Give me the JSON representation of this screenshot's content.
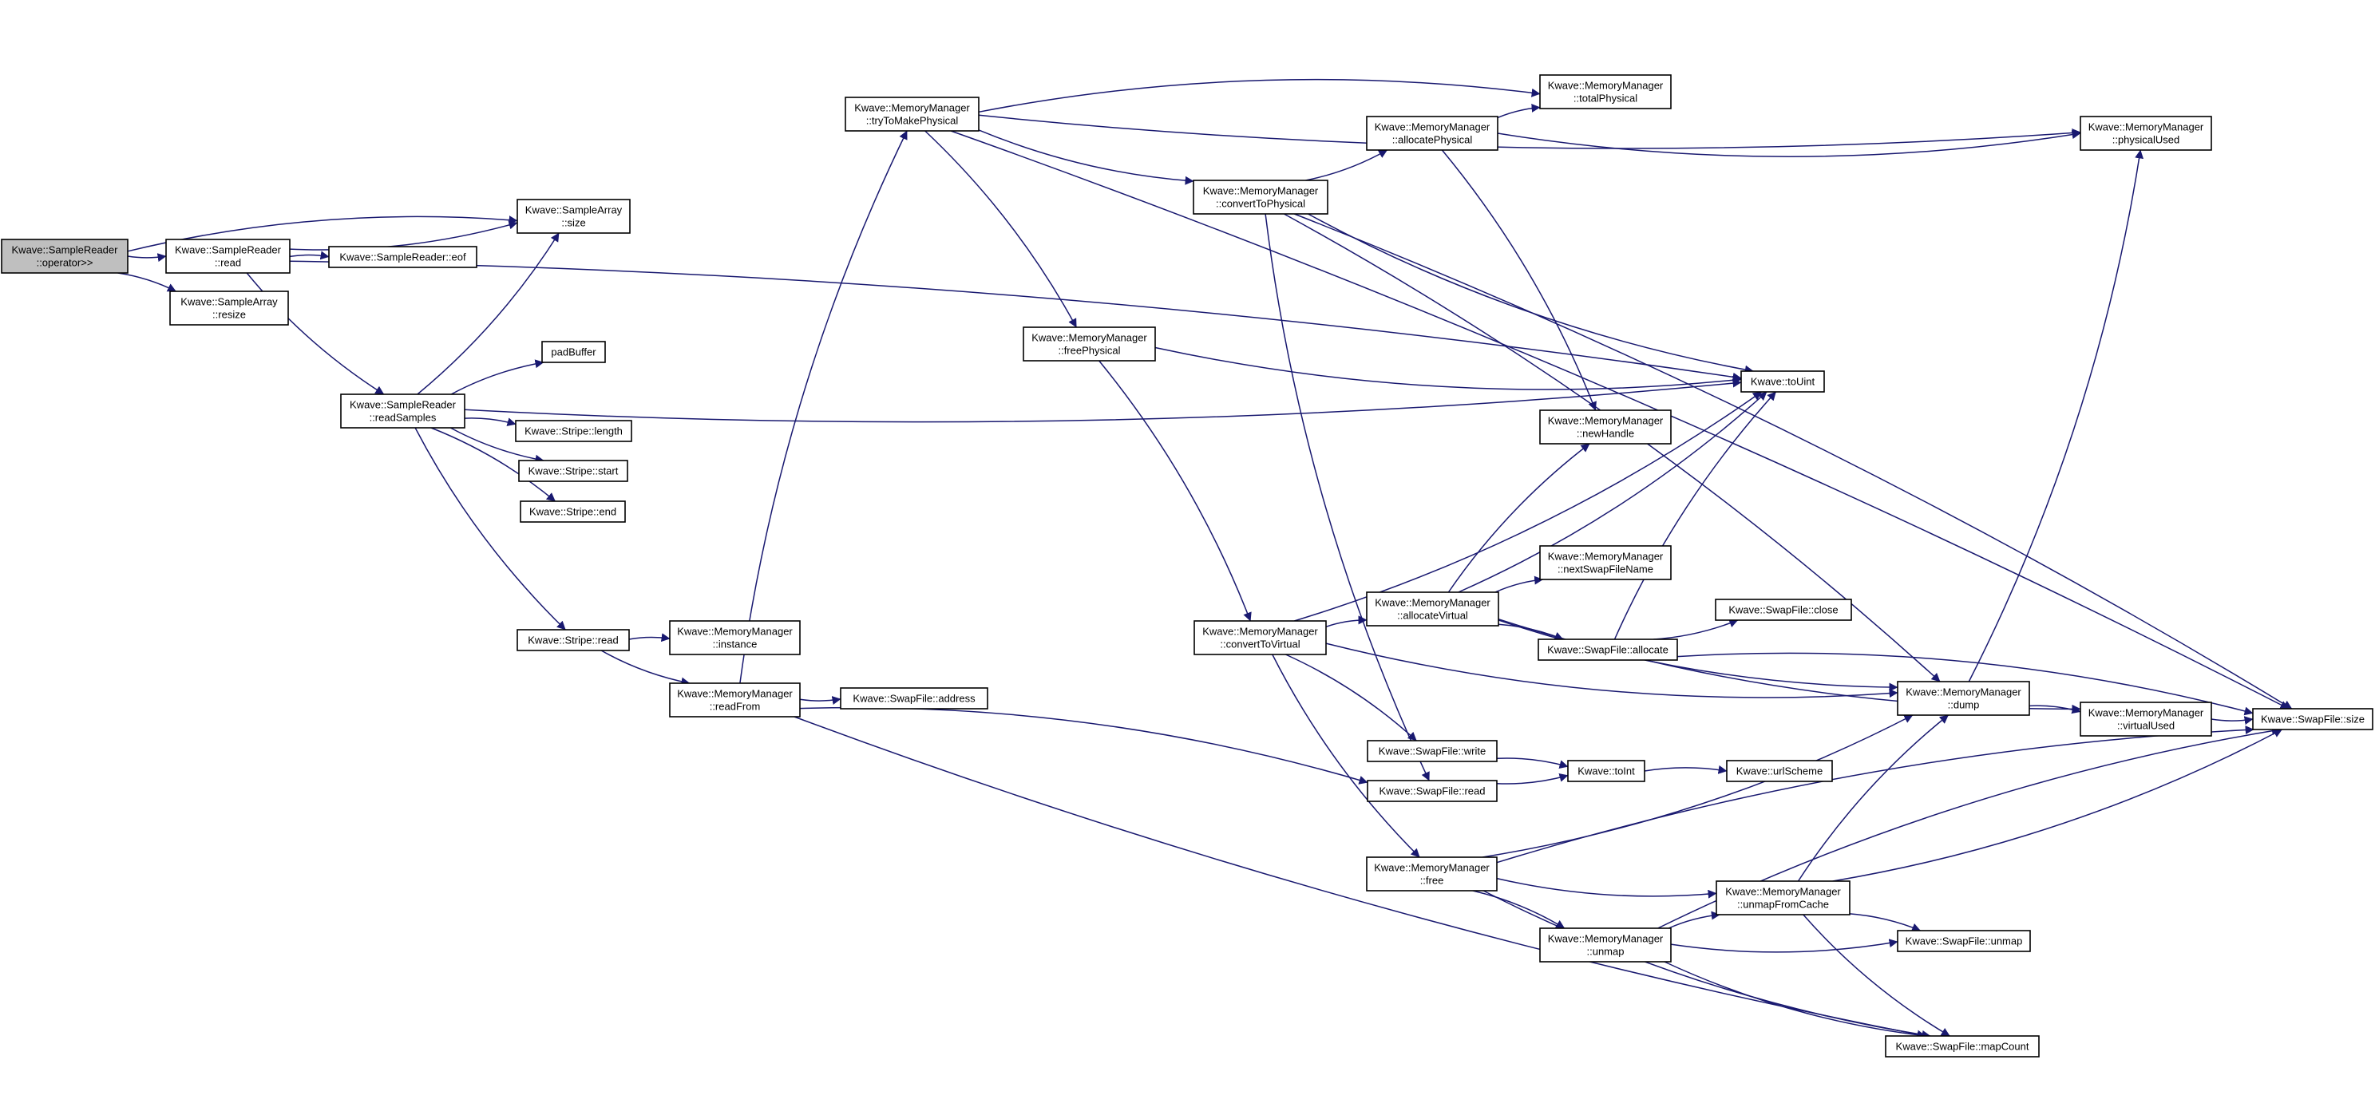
{
  "graph": {
    "colors": {
      "edge": "#191970",
      "node_fill": "#ffffff",
      "root_fill": "#bfbfbf",
      "node_border": "#000000"
    },
    "nodes": [
      {
        "id": "op",
        "label": [
          "Kwave::SampleReader",
          "::operator>>"
        ],
        "root": true
      },
      {
        "id": "read",
        "label": [
          "Kwave::SampleReader",
          "::read"
        ]
      },
      {
        "id": "saresize",
        "label": [
          "Kwave::SampleArray",
          "::resize"
        ]
      },
      {
        "id": "sasize",
        "label": [
          "Kwave::SampleArray",
          "::size"
        ]
      },
      {
        "id": "eof",
        "label": [
          "Kwave::SampleReader::eof"
        ]
      },
      {
        "id": "readSamples",
        "label": [
          "Kwave::SampleReader",
          "::readSamples"
        ]
      },
      {
        "id": "padBuffer",
        "label": [
          "padBuffer"
        ]
      },
      {
        "id": "stripeLength",
        "label": [
          "Kwave::Stripe::length"
        ]
      },
      {
        "id": "stripeStart",
        "label": [
          "Kwave::Stripe::start"
        ]
      },
      {
        "id": "stripeEnd",
        "label": [
          "Kwave::Stripe::end"
        ]
      },
      {
        "id": "stripeRead",
        "label": [
          "Kwave::Stripe::read"
        ]
      },
      {
        "id": "instance",
        "label": [
          "Kwave::MemoryManager",
          "::instance"
        ]
      },
      {
        "id": "readFrom",
        "label": [
          "Kwave::MemoryManager",
          "::readFrom"
        ]
      },
      {
        "id": "address",
        "label": [
          "Kwave::SwapFile::address"
        ]
      },
      {
        "id": "tryToMakePhysical",
        "label": [
          "Kwave::MemoryManager",
          "::tryToMakePhysical"
        ]
      },
      {
        "id": "freePhysical",
        "label": [
          "Kwave::MemoryManager",
          "::freePhysical"
        ]
      },
      {
        "id": "convertToPhysical",
        "label": [
          "Kwave::MemoryManager",
          "::convertToPhysical"
        ]
      },
      {
        "id": "convertToVirtual",
        "label": [
          "Kwave::MemoryManager",
          "::convertToVirtual"
        ]
      },
      {
        "id": "allocatePhysical",
        "label": [
          "Kwave::MemoryManager",
          "::allocatePhysical"
        ]
      },
      {
        "id": "totalPhysical",
        "label": [
          "Kwave::MemoryManager",
          "::totalPhysical"
        ]
      },
      {
        "id": "toUint",
        "label": [
          "Kwave::toUint"
        ]
      },
      {
        "id": "newHandle",
        "label": [
          "Kwave::MemoryManager",
          "::newHandle"
        ]
      },
      {
        "id": "nextSwapFileName",
        "label": [
          "Kwave::MemoryManager",
          "::nextSwapFileName"
        ]
      },
      {
        "id": "allocateVirtual",
        "label": [
          "Kwave::MemoryManager",
          "::allocateVirtual"
        ]
      },
      {
        "id": "swapClose",
        "label": [
          "Kwave::SwapFile::close"
        ]
      },
      {
        "id": "swapAllocate",
        "label": [
          "Kwave::SwapFile::allocate"
        ]
      },
      {
        "id": "dump",
        "label": [
          "Kwave::MemoryManager",
          "::dump"
        ]
      },
      {
        "id": "virtualUsed",
        "label": [
          "Kwave::MemoryManager",
          "::virtualUsed"
        ]
      },
      {
        "id": "physicalUsed",
        "label": [
          "Kwave::MemoryManager",
          "::physicalUsed"
        ]
      },
      {
        "id": "swapSize",
        "label": [
          "Kwave::SwapFile::size"
        ]
      },
      {
        "id": "swapWrite",
        "label": [
          "Kwave::SwapFile::write"
        ]
      },
      {
        "id": "swapRead",
        "label": [
          "Kwave::SwapFile::read"
        ]
      },
      {
        "id": "toInt",
        "label": [
          "Kwave::toInt"
        ]
      },
      {
        "id": "urlScheme",
        "label": [
          "Kwave::urlScheme"
        ]
      },
      {
        "id": "free",
        "label": [
          "Kwave::MemoryManager",
          "::free"
        ]
      },
      {
        "id": "unmapFromCache",
        "label": [
          "Kwave::MemoryManager",
          "::unmapFromCache"
        ]
      },
      {
        "id": "unmap",
        "label": [
          "Kwave::MemoryManager",
          "::unmap"
        ]
      },
      {
        "id": "swapUnmap",
        "label": [
          "Kwave::SwapFile::unmap"
        ]
      },
      {
        "id": "mapCount",
        "label": [
          "Kwave::SwapFile::mapCount"
        ]
      }
    ],
    "edges": [
      [
        "op",
        "sasize"
      ],
      [
        "op",
        "read"
      ],
      [
        "op",
        "saresize"
      ],
      [
        "read",
        "sasize"
      ],
      [
        "read",
        "eof"
      ],
      [
        "read",
        "readSamples"
      ],
      [
        "read",
        "toUint"
      ],
      [
        "readSamples",
        "sasize"
      ],
      [
        "readSamples",
        "padBuffer"
      ],
      [
        "readSamples",
        "toUint"
      ],
      [
        "readSamples",
        "stripeLength"
      ],
      [
        "readSamples",
        "stripeStart"
      ],
      [
        "readSamples",
        "stripeEnd"
      ],
      [
        "readSamples",
        "stripeRead"
      ],
      [
        "stripeRead",
        "instance"
      ],
      [
        "stripeRead",
        "readFrom"
      ],
      [
        "readFrom",
        "tryToMakePhysical"
      ],
      [
        "readFrom",
        "address"
      ],
      [
        "readFrom",
        "swapRead"
      ],
      [
        "readFrom",
        "mapCount"
      ],
      [
        "tryToMakePhysical",
        "swapSize"
      ],
      [
        "tryToMakePhysical",
        "physicalUsed"
      ],
      [
        "tryToMakePhysical",
        "totalPhysical"
      ],
      [
        "tryToMakePhysical",
        "convertToPhysical"
      ],
      [
        "tryToMakePhysical",
        "freePhysical"
      ],
      [
        "freePhysical",
        "toUint"
      ],
      [
        "freePhysical",
        "convertToVirtual"
      ],
      [
        "convertToPhysical",
        "allocatePhysical"
      ],
      [
        "convertToPhysical",
        "swapSize"
      ],
      [
        "convertToPhysical",
        "toUint"
      ],
      [
        "convertToPhysical",
        "dump"
      ],
      [
        "convertToPhysical",
        "swapRead"
      ],
      [
        "allocatePhysical",
        "totalPhysical"
      ],
      [
        "allocatePhysical",
        "physicalUsed"
      ],
      [
        "allocatePhysical",
        "newHandle"
      ],
      [
        "convertToVirtual",
        "toUint"
      ],
      [
        "convertToVirtual",
        "allocateVirtual"
      ],
      [
        "convertToVirtual",
        "dump"
      ],
      [
        "convertToVirtual",
        "swapWrite"
      ],
      [
        "convertToVirtual",
        "free"
      ],
      [
        "allocateVirtual",
        "newHandle"
      ],
      [
        "allocateVirtual",
        "toUint"
      ],
      [
        "allocateVirtual",
        "nextSwapFileName"
      ],
      [
        "allocateVirtual",
        "dump"
      ],
      [
        "allocateVirtual",
        "swapAllocate"
      ],
      [
        "allocateVirtual",
        "virtualUsed"
      ],
      [
        "swapAllocate",
        "toUint"
      ],
      [
        "swapAllocate",
        "swapClose"
      ],
      [
        "swapAllocate",
        "swapSize"
      ],
      [
        "dump",
        "physicalUsed"
      ],
      [
        "dump",
        "virtualUsed"
      ],
      [
        "virtualUsed",
        "swapSize"
      ],
      [
        "swapWrite",
        "toInt"
      ],
      [
        "swapRead",
        "toInt"
      ],
      [
        "toInt",
        "urlScheme"
      ],
      [
        "free",
        "dump"
      ],
      [
        "free",
        "swapSize"
      ],
      [
        "free",
        "unmapFromCache"
      ],
      [
        "free",
        "unmap"
      ],
      [
        "free",
        "mapCount"
      ],
      [
        "unmapFromCache",
        "dump"
      ],
      [
        "unmapFromCache",
        "swapSize"
      ],
      [
        "unmapFromCache",
        "swapUnmap"
      ],
      [
        "unmapFromCache",
        "mapCount"
      ],
      [
        "unmap",
        "unmapFromCache"
      ],
      [
        "unmap",
        "swapUnmap"
      ],
      [
        "unmap",
        "swapSize"
      ],
      [
        "unmap",
        "mapCount"
      ]
    ]
  }
}
